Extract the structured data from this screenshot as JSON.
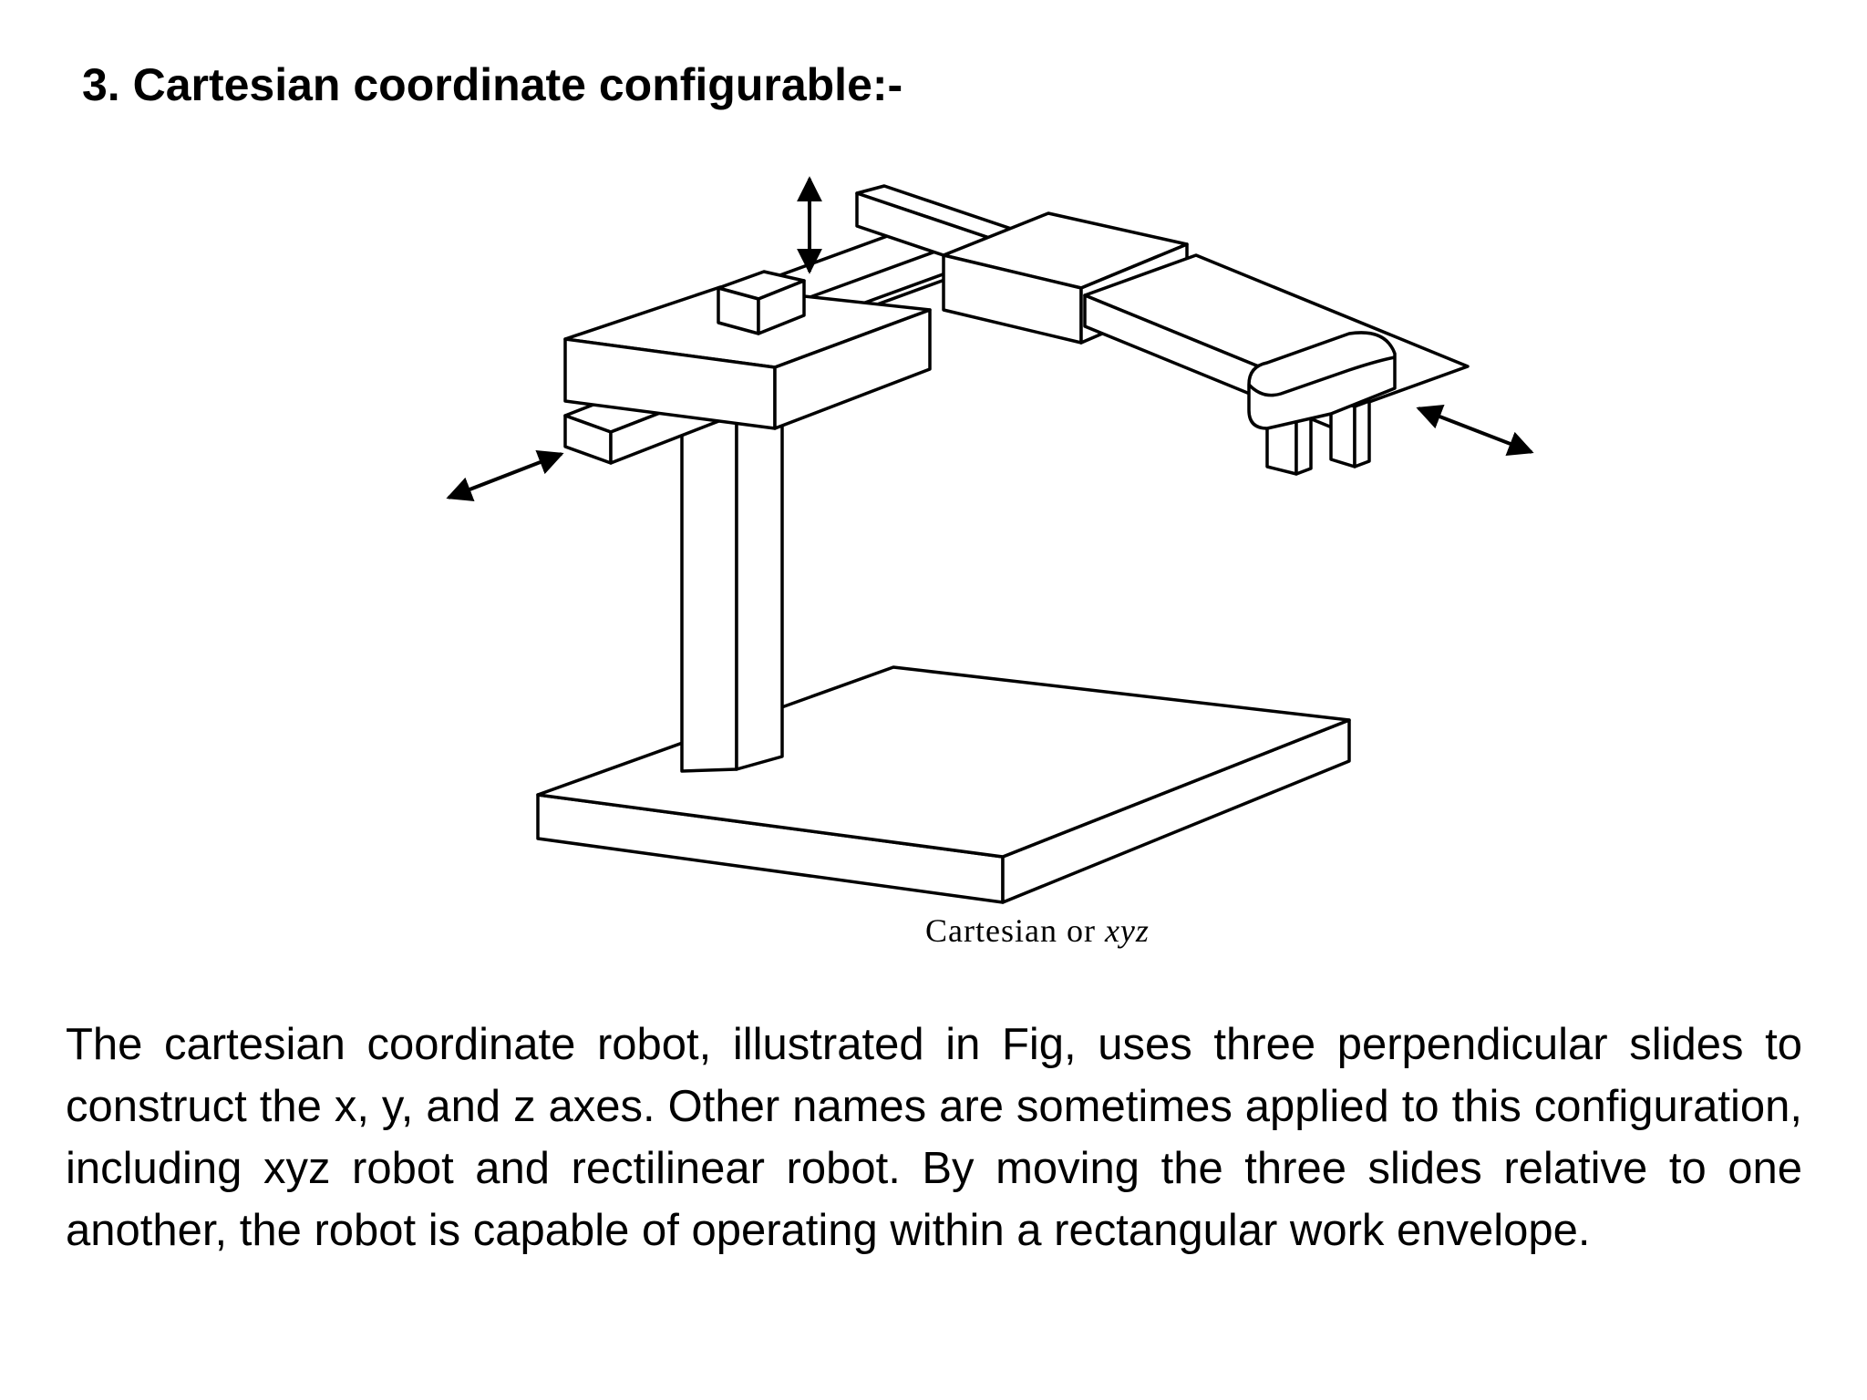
{
  "slide": {
    "title": "3. Cartesian coordinate configurable:-"
  },
  "figure": {
    "caption_word": "Cartesian",
    "caption_or": "or",
    "caption_italic": "xyz"
  },
  "body": {
    "paragraph": "The cartesian coordinate robot, illustrated in Fig, uses three perpendicular slides to construct the x, y, and z axes. Other names are sometimes applied to this configuration, including xyz robot and rectilinear robot. By moving the three slides relative to one another, the robot is capable of operating within a rectangular work envelope."
  }
}
